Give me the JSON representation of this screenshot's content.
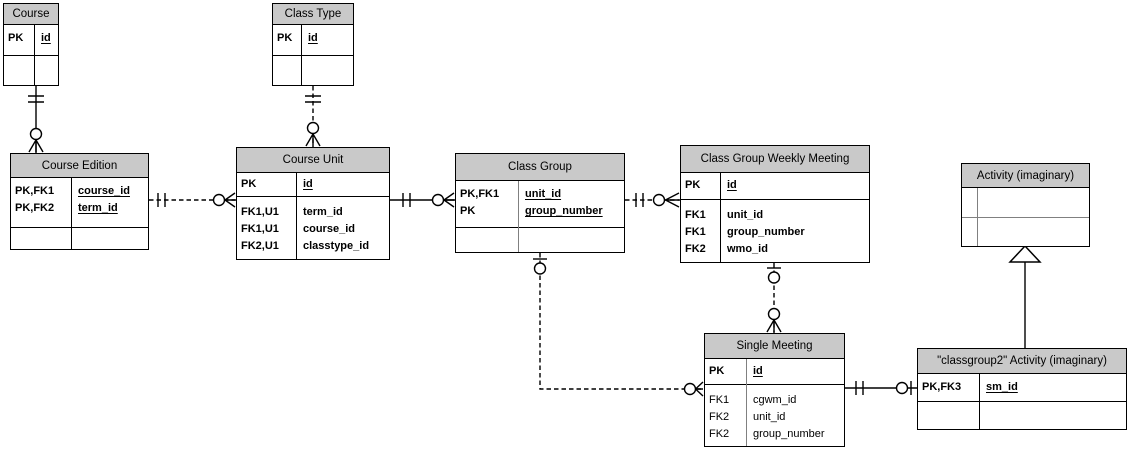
{
  "diagram_type": "entity-relationship-diagram (crow's foot notation)",
  "colors": {
    "background": "#ffffff",
    "table_header_bg": "#c9c9c9",
    "border": "#000000",
    "inner_divider_gray": "#808080"
  },
  "tables": [
    {
      "title": "Course",
      "rows_pk": [
        {
          "keys": "PK",
          "name": "id"
        }
      ],
      "rows_attr": []
    },
    {
      "title": "Class Type",
      "rows_pk": [
        {
          "keys": "PK",
          "name": "id"
        }
      ],
      "rows_attr": []
    },
    {
      "title": "Course Edition",
      "rows_pk": [
        {
          "keys": "PK,FK1",
          "name": "course_id"
        },
        {
          "keys": "PK,FK2",
          "name": "term_id"
        }
      ],
      "rows_attr": []
    },
    {
      "title": "Course Unit",
      "rows_pk": [
        {
          "keys": "PK",
          "name": "id"
        }
      ],
      "rows_attr": [
        {
          "keys": "FK1,U1",
          "name": "term_id"
        },
        {
          "keys": "FK1,U1",
          "name": "course_id"
        },
        {
          "keys": "FK2,U1",
          "name": "classtype_id"
        }
      ]
    },
    {
      "title": "Class Group",
      "rows_pk": [
        {
          "keys": "PK,FK1",
          "name": "unit_id"
        },
        {
          "keys": "PK",
          "name": "group_number"
        }
      ],
      "rows_attr": []
    },
    {
      "title": "Class Group Weekly Meeting",
      "rows_pk": [
        {
          "keys": "PK",
          "name": "id"
        }
      ],
      "rows_attr": [
        {
          "keys": "FK1",
          "name": "unit_id"
        },
        {
          "keys": "FK1",
          "name": "group_number"
        },
        {
          "keys": "FK2",
          "name": "wmo_id"
        }
      ]
    },
    {
      "title": "Activity (imaginary)",
      "rows_pk": [],
      "rows_attr": []
    },
    {
      "title": "Single Meeting",
      "rows_pk": [
        {
          "keys": "PK",
          "name": "id"
        }
      ],
      "rows_attr": [
        {
          "keys": "FK1",
          "name": "cgwm_id"
        },
        {
          "keys": "FK2",
          "name": "unit_id"
        },
        {
          "keys": "FK2",
          "name": "group_number"
        }
      ]
    },
    {
      "title": "\"classgroup2\" Activity (imaginary)",
      "rows_pk": [
        {
          "keys": "PK,FK3",
          "name": "sm_id"
        }
      ],
      "rows_attr": []
    }
  ],
  "relationships": [
    {
      "from": "Course",
      "to": "Course Edition",
      "line": "solid",
      "from_marker": "one-and-only-one",
      "to_marker": "zero-or-many"
    },
    {
      "from": "Class Type",
      "to": "Course Unit",
      "line": "dashed",
      "from_marker": "one-and-only-one",
      "to_marker": "zero-or-many"
    },
    {
      "from": "Course Edition",
      "to": "Course Unit",
      "line": "dashed",
      "from_marker": "one-and-only-one",
      "to_marker": "zero-or-many"
    },
    {
      "from": "Course Unit",
      "to": "Class Group",
      "line": "solid",
      "from_marker": "one-and-only-one",
      "to_marker": "zero-or-many"
    },
    {
      "from": "Class Group",
      "to": "Class Group Weekly Meeting",
      "line": "dashed",
      "from_marker": "one-and-only-one",
      "to_marker": "zero-or-many"
    },
    {
      "from": "Class Group",
      "to": "Single Meeting",
      "line": "dashed",
      "from_marker": "zero-or-one",
      "to_marker": "zero-or-many"
    },
    {
      "from": "Class Group Weekly Meeting",
      "to": "Single Meeting",
      "line": "dashed",
      "from_marker": "zero-or-one",
      "to_marker": "zero-or-many"
    },
    {
      "from": "Single Meeting",
      "to": "\"classgroup2\" Activity (imaginary)",
      "line": "solid",
      "from_marker": "one-and-only-one",
      "to_marker": "zero-or-one"
    },
    {
      "from": "\"classgroup2\" Activity (imaginary)",
      "to": "Activity (imaginary)",
      "line": "solid",
      "type": "inheritance"
    }
  ]
}
